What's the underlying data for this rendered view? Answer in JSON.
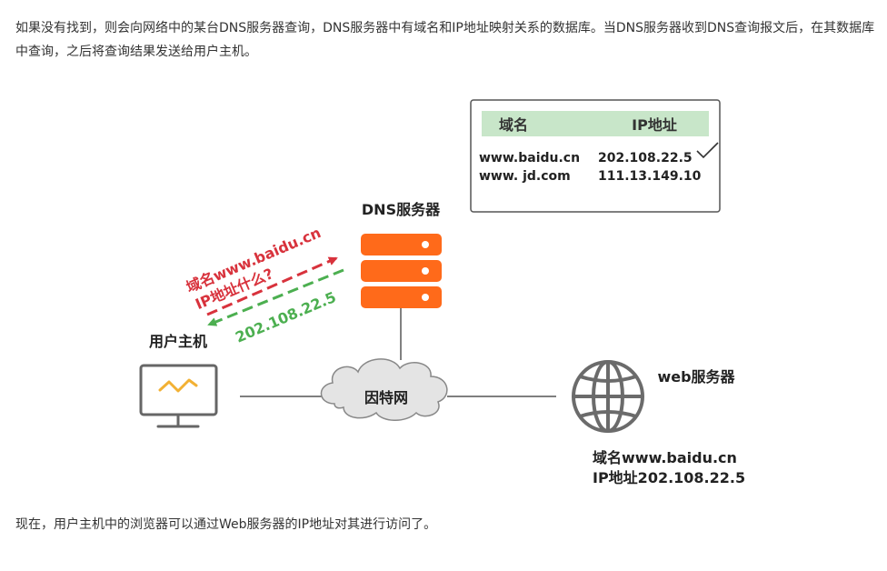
{
  "article": {
    "intro": "如果没有找到，则会向网络中的某台DNS服务器查询，DNS服务器中有域名和IP地址映射关系的数据库。当DNS服务器收到DNS查询报文后，在其数据库中查询，之后将查询结果发送给用户主机。",
    "outro": "现在，用户主机中的浏览器可以通过Web服务器的IP地址对其进行访问了。"
  },
  "diagram": {
    "table": {
      "headers": [
        "域名",
        "IP地址"
      ],
      "rows": [
        {
          "domain": "www.baidu.cn",
          "ip": "202.108.22.5",
          "matched": true
        },
        {
          "domain": "www. jd.com",
          "ip": "111.13.149.10",
          "matched": false
        }
      ]
    },
    "dns_label": "DNS服务器",
    "user_label": "用户主机",
    "internet_label": "因特网",
    "web_label": "web服务器",
    "query_line1": "域名www.baidu.cn",
    "query_line2": "IP地址什么?",
    "reply_text": "202.108.22.5",
    "web_domain": "域名www.baidu.cn",
    "web_ip": "IP地址202.108.22.5",
    "colors": {
      "server_orange": "#ff6a1a",
      "query_red": "#d8323c",
      "reply_green": "#4caf50",
      "table_header_bg": "#c8e6c9",
      "line_gray": "#555555"
    },
    "icons": {
      "server": "server-stack-icon",
      "computer": "monitor-icon",
      "cloud": "cloud-icon",
      "globe": "globe-icon",
      "check": "check-icon"
    }
  }
}
